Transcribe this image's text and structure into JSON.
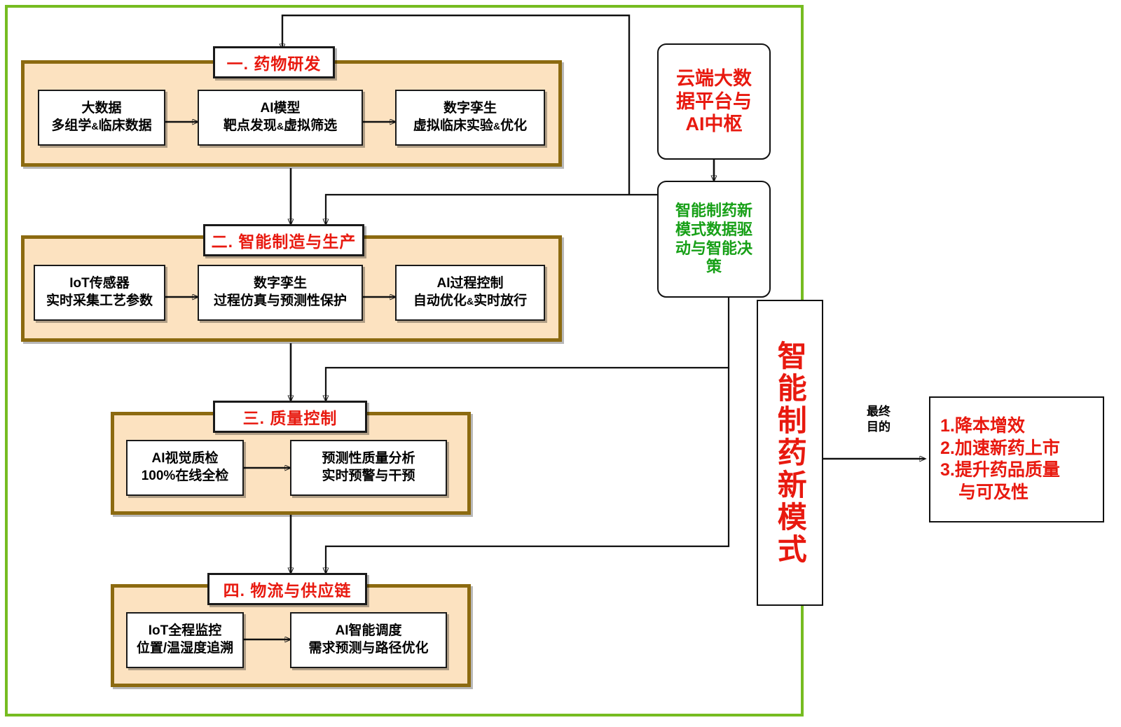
{
  "diagram": {
    "title_vertical": "智能制药新模式",
    "frame_color": "#76BC21",
    "accent_red": "#E8190F",
    "accent_green": "#17A017",
    "panel_fill": "#FCE2C0",
    "panel_border": "#8C6A10"
  },
  "stages": [
    {
      "id": "stage-1",
      "title": "一. 药物研发",
      "nodes": [
        {
          "line1": "大数据",
          "pre": "多组学",
          "amp": "&",
          "post": "临床数据"
        },
        {
          "line1": "AI模型",
          "pre": "靶点发现",
          "amp": "&",
          "post": "虚拟筛选"
        },
        {
          "line1": "数字孪生",
          "pre": "虚拟临床实验",
          "amp": "&",
          "post": "优化"
        }
      ]
    },
    {
      "id": "stage-2",
      "title": "二. 智能制造与生产",
      "nodes": [
        {
          "line1": "IoT传感器",
          "pre": "实时采集工艺参数",
          "amp": "",
          "post": ""
        },
        {
          "line1": "数字孪生",
          "pre": "过程仿真与预测性保护",
          "amp": "",
          "post": ""
        },
        {
          "line1": "AI过程控制",
          "pre": "自动优化",
          "amp": "&",
          "post": "实时放行"
        }
      ]
    },
    {
      "id": "stage-3",
      "title": "三. 质量控制",
      "nodes": [
        {
          "line1": "AI视觉质检",
          "pre": "100%在线全检",
          "amp": "",
          "post": ""
        },
        {
          "line1": "预测性质量分析",
          "pre": "实时预警与干预",
          "amp": "",
          "post": ""
        }
      ]
    },
    {
      "id": "stage-4",
      "title": "四. 物流与供应链",
      "nodes": [
        {
          "line1": "IoT全程监控",
          "pre": "位置/温湿度追溯",
          "amp": "",
          "post": ""
        },
        {
          "line1": "AI智能调度",
          "pre": "需求预测与路径优化",
          "amp": "",
          "post": ""
        }
      ]
    }
  ],
  "right_column": {
    "cloud_box": "云端大数据\n据平台与\nAI中枢",
    "cloud_lines": [
      "云端大数",
      "据平台与",
      "AI中枢"
    ],
    "decision_lines": [
      "智能制药新",
      "模式数据驱",
      "动与智能决",
      "策"
    ]
  },
  "final": {
    "edge_label_line1": "最终",
    "edge_label_line2": "目的",
    "goals": [
      "1.降本增效",
      "2.加速新药上市",
      "3.提升药品质量",
      "与可及性"
    ]
  }
}
